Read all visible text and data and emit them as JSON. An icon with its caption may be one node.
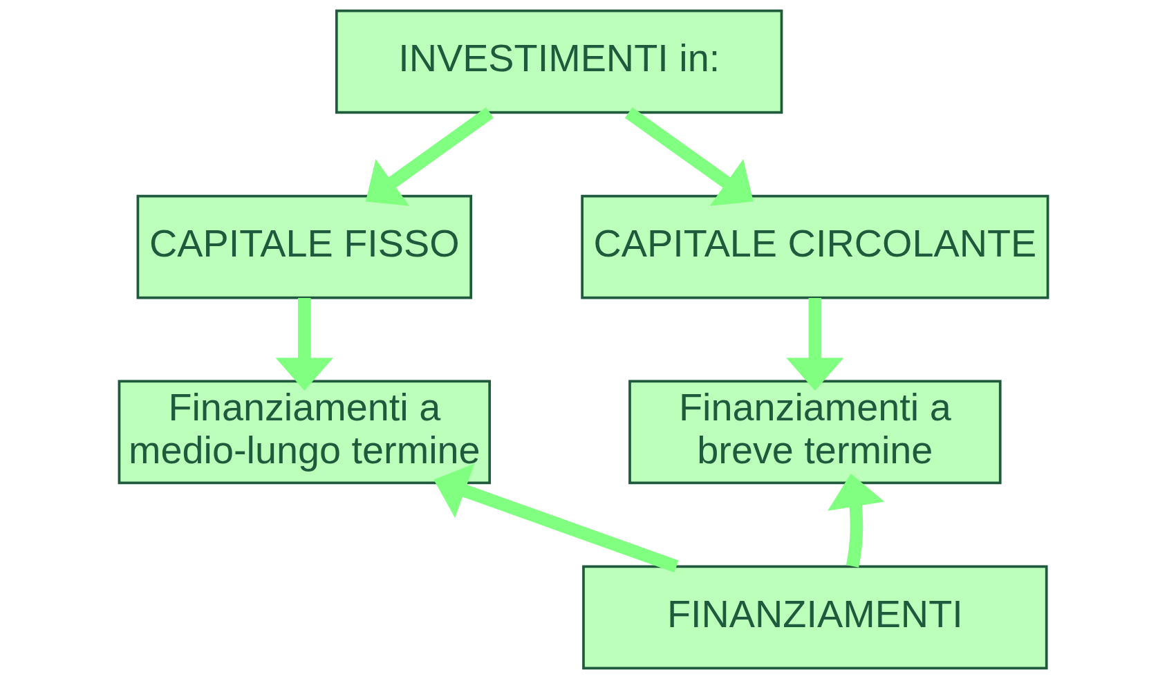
{
  "diagram": {
    "nodes": [
      {
        "text": [
          "INVESTIMENTI in:"
        ]
      },
      {
        "text": [
          "CAPITALE FISSO"
        ]
      },
      {
        "text": [
          "CAPITALE CIRCOLANTE"
        ]
      },
      {
        "text": [
          "Finanziamenti a medio-lungo termine"
        ]
      },
      {
        "text": [
          "Finanziamenti a breve termine"
        ]
      },
      {
        "text": [
          "FINANZIAMENTI"
        ]
      }
    ],
    "edges": [
      {
        "from": 0,
        "to": 1,
        "arrow": "to"
      },
      {
        "from": 0,
        "to": 2,
        "arrow": "to"
      },
      {
        "from": 1,
        "to": 3,
        "arrow": "to"
      },
      {
        "from": 2,
        "to": 4,
        "arrow": "to"
      },
      {
        "from": 5,
        "to": 3,
        "arrow": "to"
      },
      {
        "from": 5,
        "to": 4,
        "arrow": "to"
      }
    ]
  }
}
